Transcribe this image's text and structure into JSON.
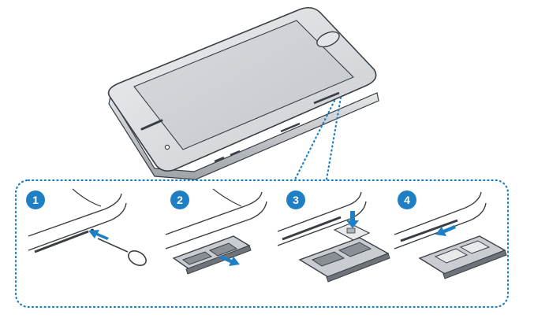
{
  "colors": {
    "accent": "#1f7fc4",
    "outline": "#3a3f45",
    "body": "#d4d7da",
    "screen": "#cfd2d5",
    "tray": "#8a8f95",
    "arrow": "#1f7fc4"
  },
  "steps": [
    {
      "number": "1",
      "icon": "eject-pin-icon"
    },
    {
      "number": "2",
      "icon": "pull-tray-icon"
    },
    {
      "number": "3",
      "icon": "insert-card-icon"
    },
    {
      "number": "4",
      "icon": "insert-tray-icon"
    }
  ]
}
